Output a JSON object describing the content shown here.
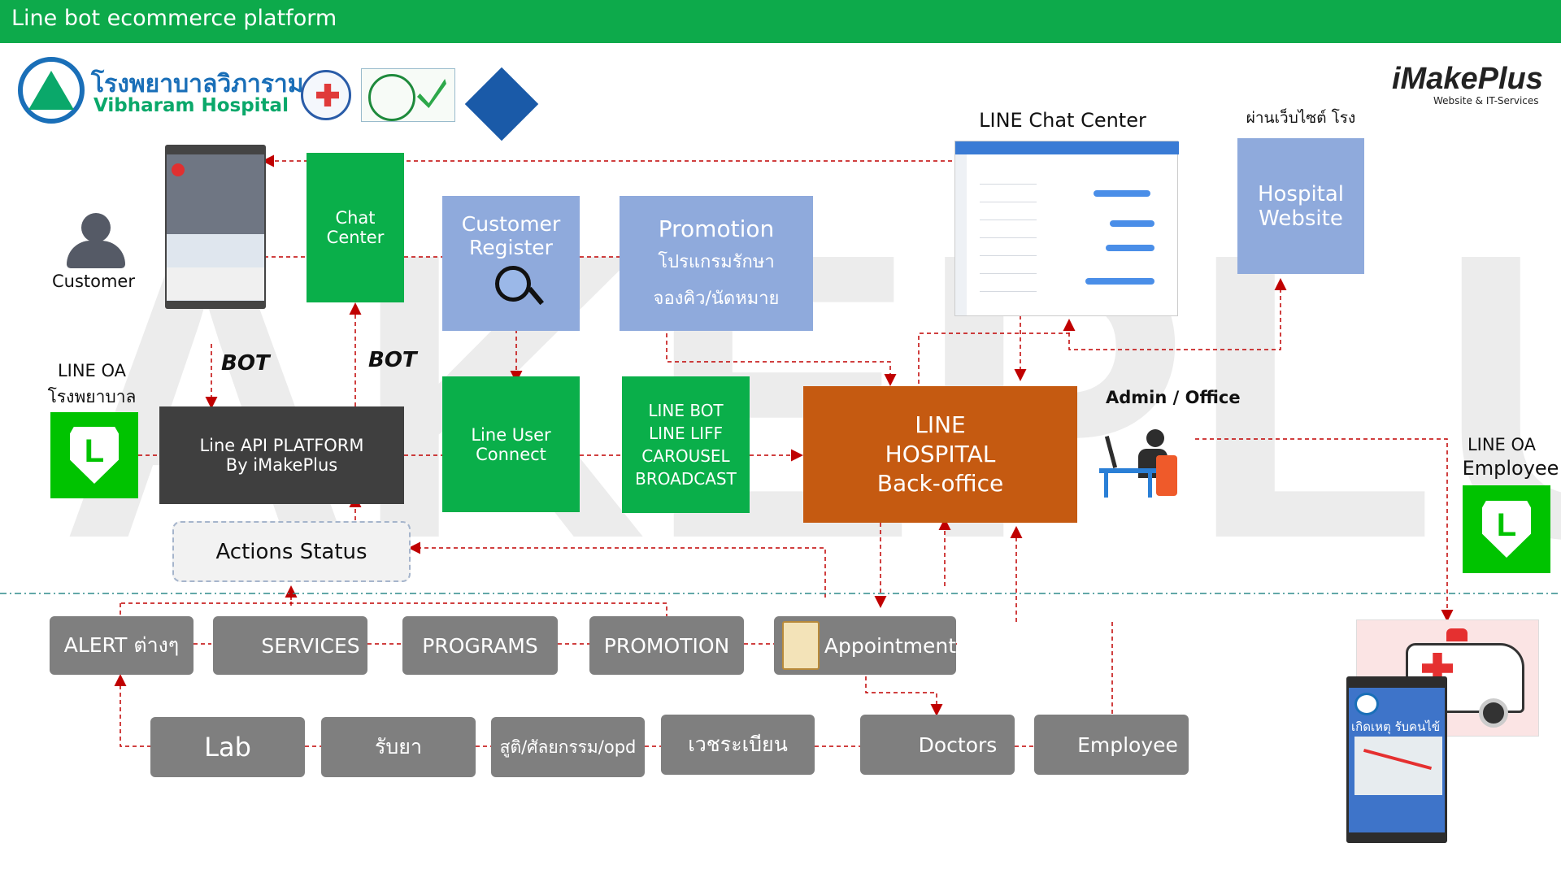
{
  "header": {
    "title": "Line bot ecommerce platform"
  },
  "logos": {
    "hospital_thai": "โรงพยาบาลวิภาราม",
    "hospital_en": "Vibharam Hospital",
    "imakeplus_main": "iMakePlus",
    "imakeplus_sub": "Website & IT-Services",
    "watermark": "IMAKEPLUS"
  },
  "labels": {
    "customer": "Customer",
    "bot_left": "BOT",
    "bot_right": "BOT",
    "line_oa": "LINE OA",
    "line_oa_thai": "โรงพยาบาล",
    "line_chat_center": "LINE Chat Center",
    "website_caption": "ผ่านเว็บไซต์ โรงพยาบาล",
    "admin_office": "Admin / Office",
    "line_oa_right": "LINE OA",
    "employee_right": "Employee",
    "ambulance_text": "เกิดเหตุ รับคนไข้"
  },
  "nodes": {
    "chat_center": [
      "Chat",
      "Center"
    ],
    "customer_register": [
      "Customer",
      "Register"
    ],
    "promotion": [
      "Promotion",
      "โปรแกรมรักษา",
      "จองคิว/นัดหมาย"
    ],
    "hospital_website": [
      "Hospital",
      "Website"
    ],
    "line_api": [
      "Line API PLATFORM",
      "By iMakePlus"
    ],
    "line_user_connect": [
      "Line User",
      "Connect"
    ],
    "line_bot": [
      "LINE BOT",
      "LINE LIFF",
      "CAROUSEL",
      "BROADCAST"
    ],
    "backoffice": [
      "LINE",
      "HOSPITAL",
      "Back-office"
    ],
    "actions_status": "Actions Status"
  },
  "modules_row1": [
    "ALERT ต่างๆ",
    "SERVICES",
    "PROGRAMS",
    "PROMOTION",
    "Appointment"
  ],
  "modules_row2": [
    "Lab",
    "รับยา",
    "สูติ/ศัลยกรรม/opd",
    "เวชระเบียน",
    "Doctors",
    "Employee"
  ],
  "colors": {
    "green": "#0aaf4a",
    "blue": "#8faadc",
    "orange": "#c55a11",
    "dark": "#3f3f3f",
    "gray": "#7f7f7f",
    "arrow": "#c00000"
  }
}
